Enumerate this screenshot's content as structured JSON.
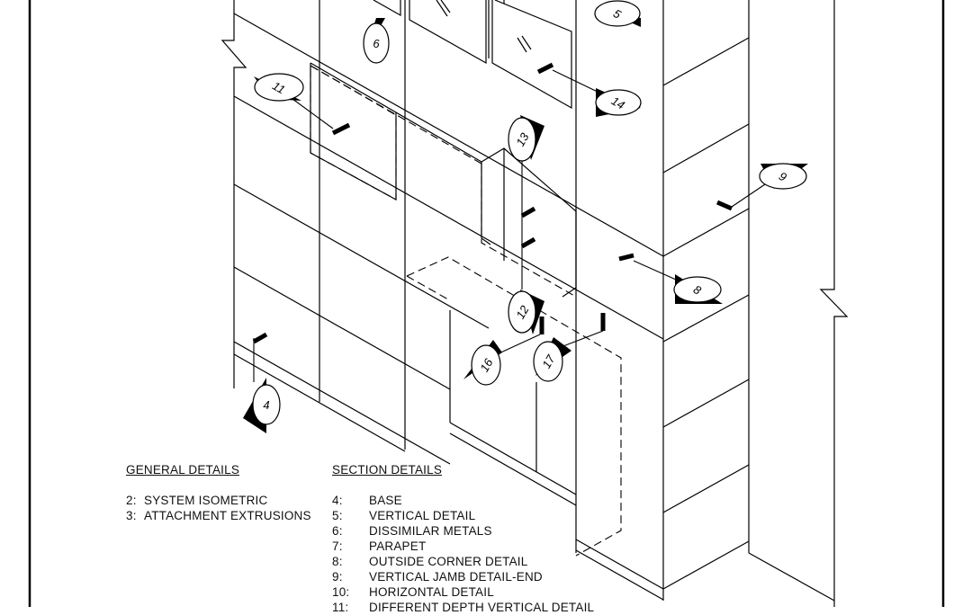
{
  "general_details": {
    "heading": "GENERAL DETAILS",
    "items": [
      {
        "num": "2:",
        "label": "SYSTEM ISOMETRIC"
      },
      {
        "num": "3:",
        "label": "ATTACHMENT EXTRUSIONS"
      }
    ]
  },
  "section_details": {
    "heading": "SECTION DETAILS",
    "items": [
      {
        "num": "4:",
        "label": "BASE"
      },
      {
        "num": "5:",
        "label": "VERTICAL DETAIL"
      },
      {
        "num": "6:",
        "label": "DISSIMILAR METALS"
      },
      {
        "num": "7:",
        "label": "PARAPET"
      },
      {
        "num": "8:",
        "label": "OUTSIDE CORNER DETAIL"
      },
      {
        "num": "9:",
        "label": "VERTICAL JAMB DETAIL-END"
      },
      {
        "num": "10:",
        "label": "HORIZONTAL DETAIL"
      },
      {
        "num": "11:",
        "label": "DIFFERENT DEPTH VERTICAL DETAIL"
      }
    ]
  },
  "callouts": {
    "c4": "4",
    "c5": "5",
    "c6": "6",
    "c8": "8",
    "c9": "9",
    "c11": "11",
    "c12": "12",
    "c13": "13",
    "c14": "14",
    "c16": "16",
    "c17": "17"
  }
}
